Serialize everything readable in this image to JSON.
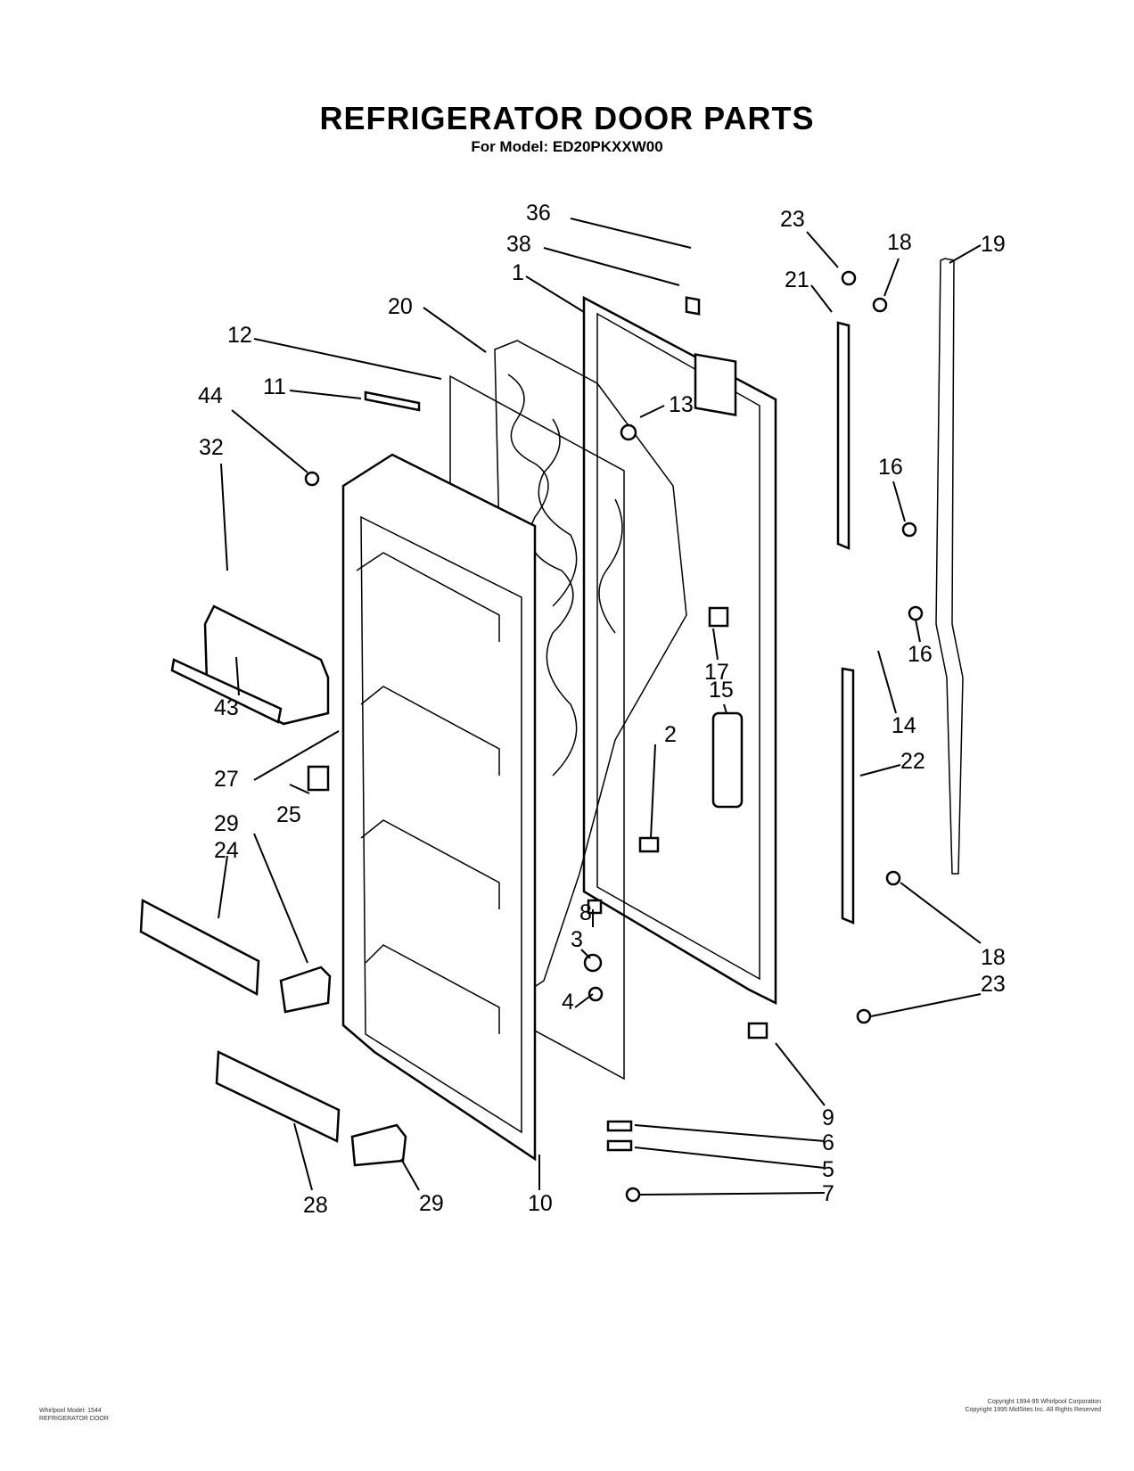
{
  "header": {
    "title": "REFRIGERATOR DOOR PARTS",
    "subtitle": "For Model: ED20PKXXW00"
  },
  "callouts": [
    "36",
    "38",
    "1",
    "20",
    "12",
    "11",
    "44",
    "32",
    "43",
    "27",
    "25",
    "29",
    "24",
    "28",
    "29",
    "10",
    "13",
    "23",
    "18",
    "21",
    "19",
    "16",
    "17",
    "16",
    "15",
    "14",
    "22",
    "2",
    "8",
    "3",
    "4",
    "9",
    "6",
    "5",
    "7",
    "18",
    "23"
  ],
  "footer": {
    "left_line1": "Whirlpool Model: 1544",
    "left_line2": "REFRIGERATOR DOOR",
    "right_line1": "Copyright 1994-95 Whirlpool Corporation",
    "right_line2": "Copyright 1995 MidSites Inc. All Rights Reserved"
  }
}
